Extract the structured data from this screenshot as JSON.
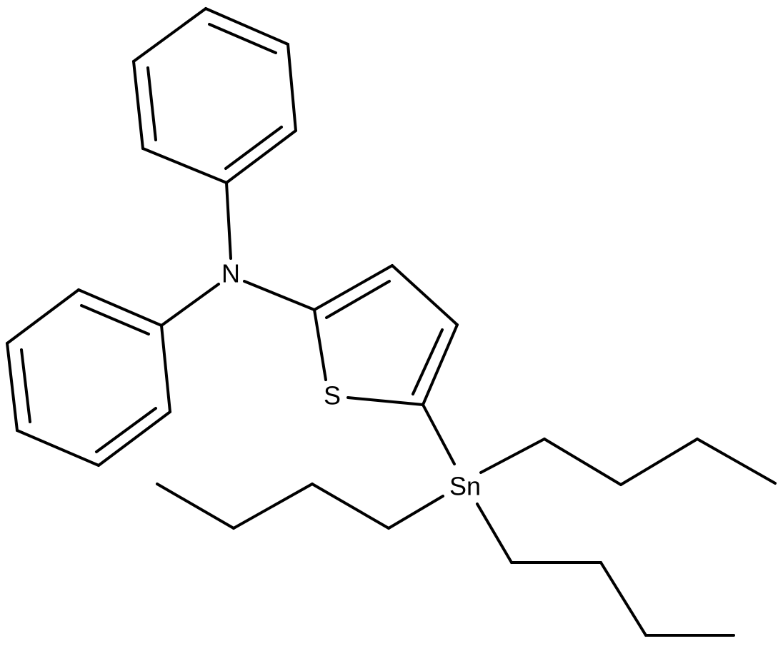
{
  "diagram": {
    "type": "chemical-structure",
    "line_color": "#000000",
    "background_color": "#ffffff",
    "atom_labels": {
      "nitrogen": "N",
      "sulfur": "S",
      "tin": "Sn"
    }
  }
}
